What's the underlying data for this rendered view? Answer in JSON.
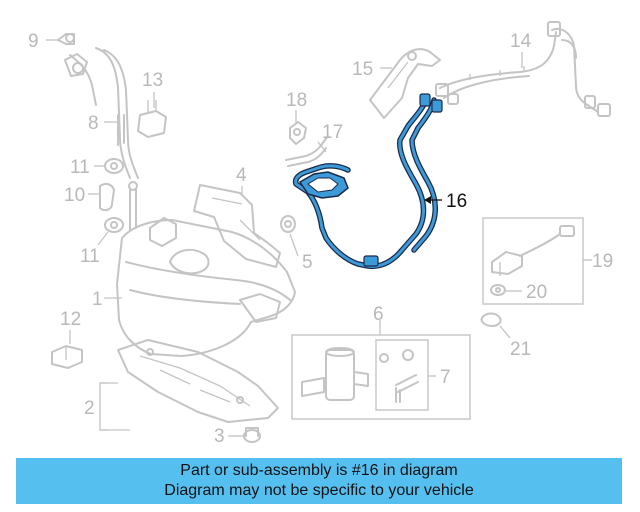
{
  "diagram": {
    "callouts": [
      "1",
      "2",
      "3",
      "4",
      "5",
      "6",
      "7",
      "8",
      "9",
      "10",
      "11",
      "11",
      "12",
      "13",
      "14",
      "15",
      "16",
      "17",
      "18",
      "19",
      "20",
      "21"
    ],
    "highlighted_part": "16",
    "highlight_color": "#3d9ad8"
  },
  "banner": {
    "line1": "Part or sub-assembly is #16 in diagram",
    "line2": "Diagram may not be specific to your vehicle",
    "background": "#55bff0"
  }
}
